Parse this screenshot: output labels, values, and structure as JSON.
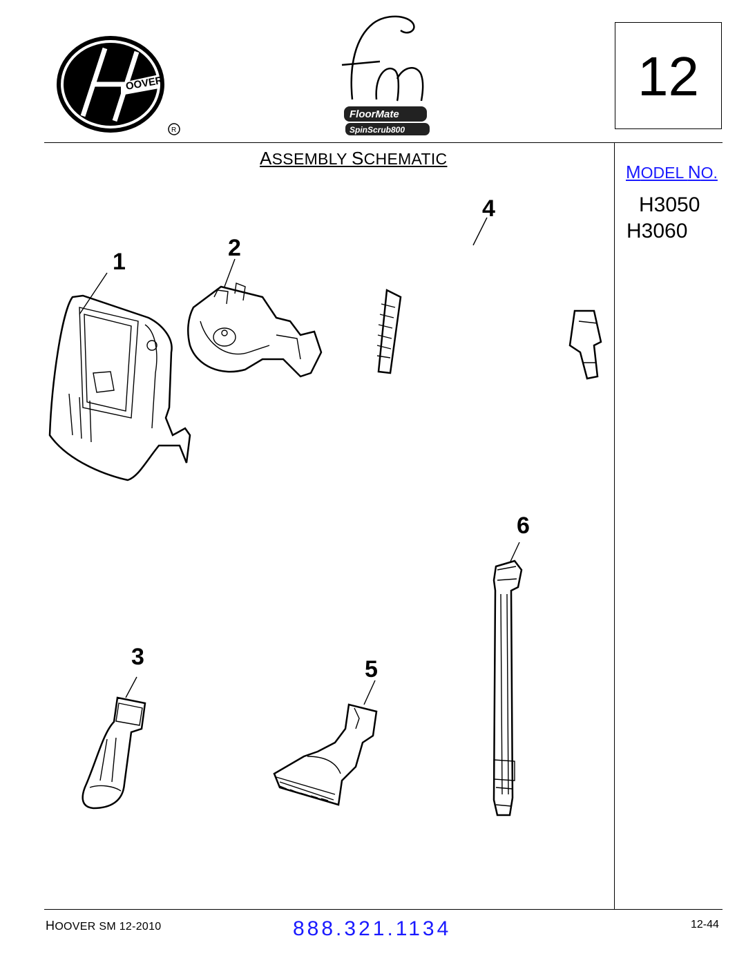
{
  "header": {
    "brand": "HOOVER",
    "product_logo_text": "FloorMate",
    "product_logo_sub": "SpinScrub800",
    "page_number": "12"
  },
  "section": {
    "title_first_letter": "A",
    "title_rest_1": "SSEMBLY ",
    "title_second_letter": "S",
    "title_rest_2": "CHEMATIC"
  },
  "model": {
    "label_first": "M",
    "label_rest": "ODEL ",
    "label_no_first": "N",
    "label_no_rest": "O.",
    "numbers": [
      "H3050",
      "H3060"
    ]
  },
  "parts": [
    {
      "number": "1"
    },
    {
      "number": "2"
    },
    {
      "number": "3"
    },
    {
      "number": "4"
    },
    {
      "number": "5"
    },
    {
      "number": "6"
    }
  ],
  "footer": {
    "left_first": "H",
    "left_rest": "OOVER SM 12-2010",
    "phone": "888.321.1134",
    "page_code": "12-44"
  },
  "colors": {
    "accent_blue": "#1a1aff"
  }
}
